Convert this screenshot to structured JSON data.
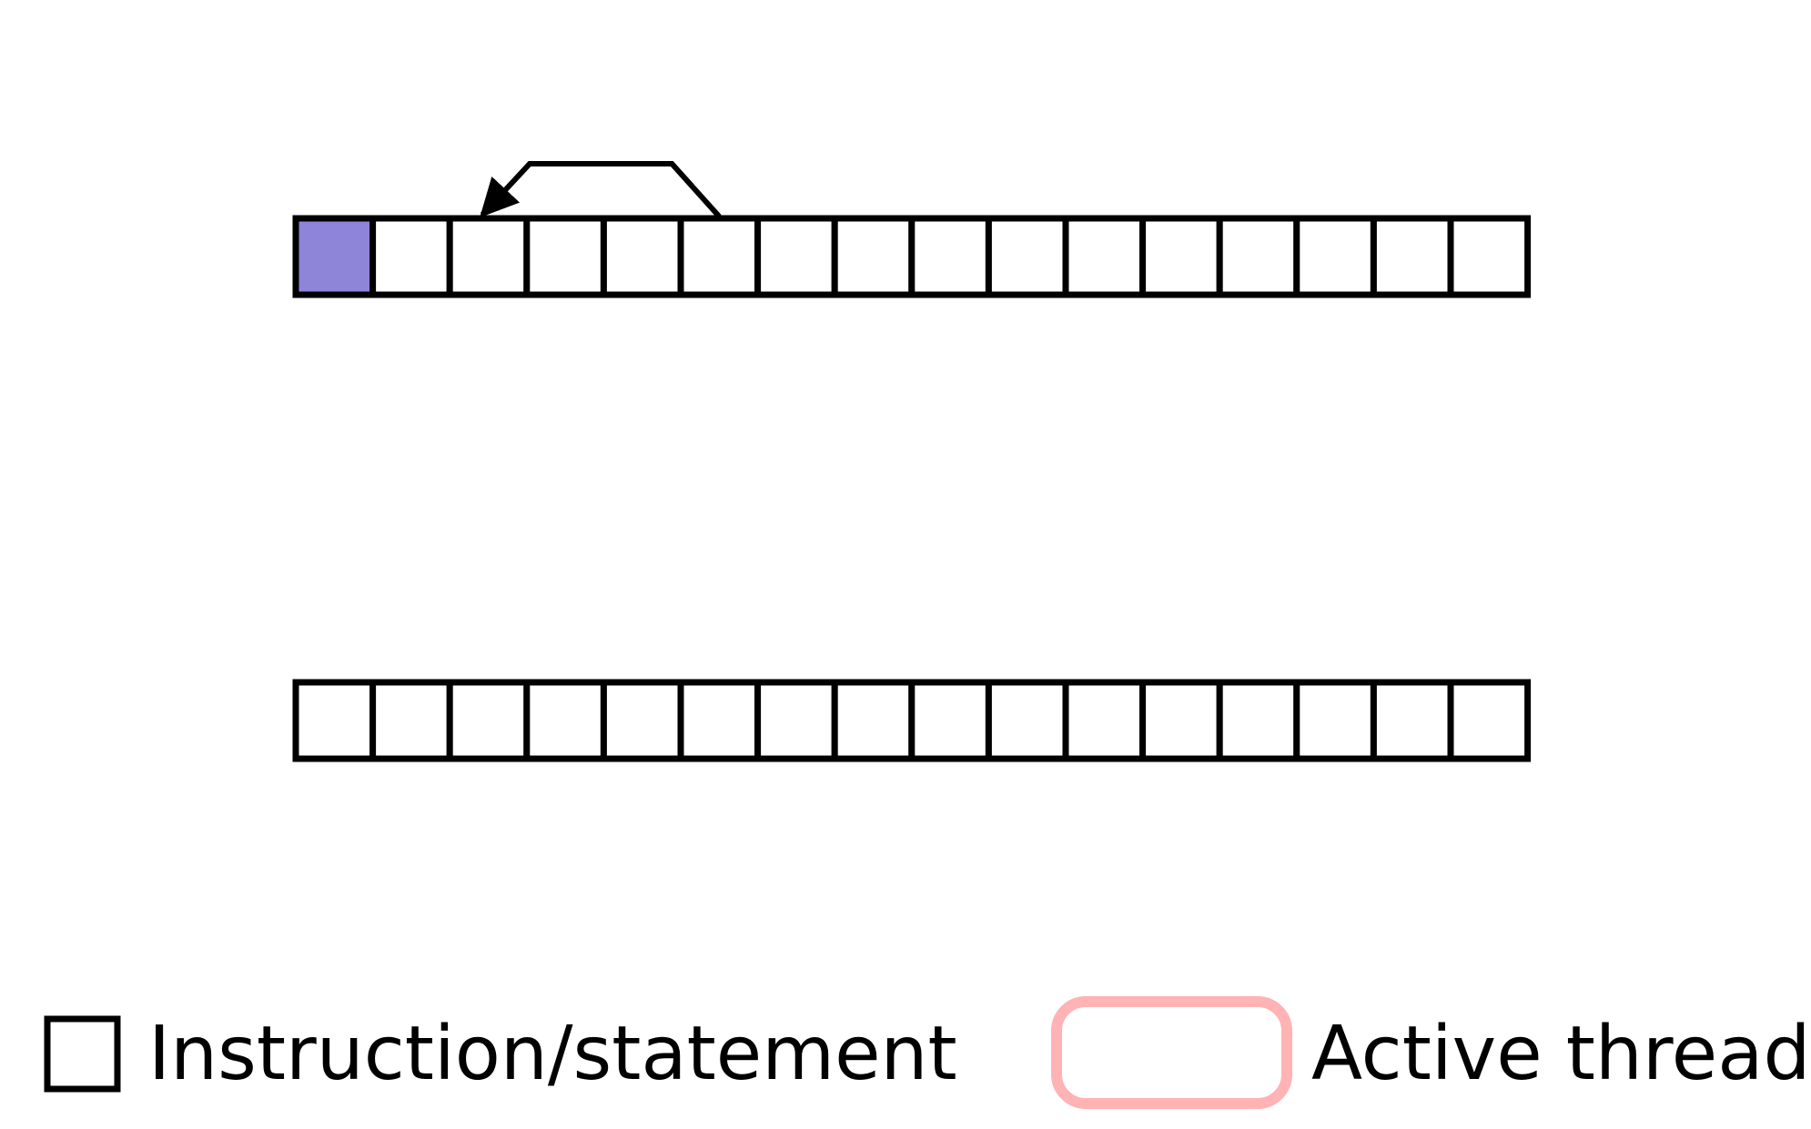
{
  "colors": {
    "active_thread_border": "#FFB3B5",
    "current_instruction_fill": "#8E85D9",
    "cell_border": "#000000",
    "background": "#FFFFFF"
  },
  "threads": [
    {
      "active": true,
      "instruction_count": 16,
      "current_instruction_index": 0,
      "jump": {
        "from_index": 5,
        "to_index": 2
      }
    },
    {
      "active": false,
      "instruction_count": 16,
      "current_instruction_index": null,
      "jump": null
    }
  ],
  "legend": {
    "instruction_label": "Instruction/statement",
    "active_thread_label": "Active thread"
  }
}
